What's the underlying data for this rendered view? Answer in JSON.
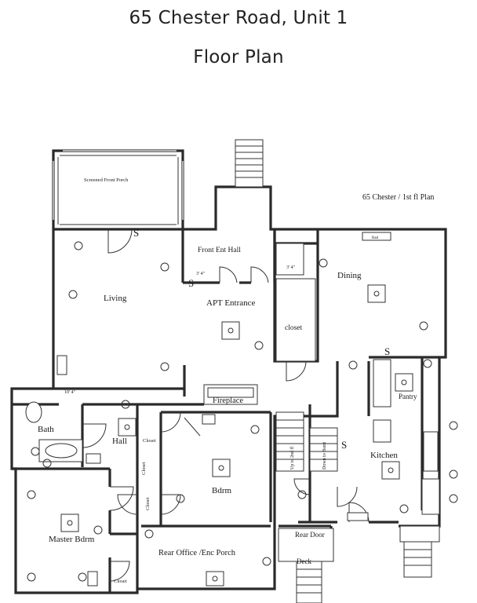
{
  "header": {
    "title": "65 Chester Road, Unit 1",
    "subtitle": "Floor Plan"
  },
  "plan": {
    "caption": "65 Chester  / 1st  fl Plan",
    "rooms": {
      "porch": "Screened  Front Porch",
      "front_hall": "Front Ent Hall",
      "living": "Living",
      "apt_entrance": "APT Entrance",
      "closet_main": "closet",
      "dining": "Dining",
      "pantry": "Pantry",
      "kitchen": "Kitchen",
      "fireplace": "Fireplace",
      "bath": "Bath",
      "hall": "Hall",
      "bdrm": "Bdrm",
      "master": "Master Bdrm",
      "rear_office": "Rear Office /Enc Porch",
      "rear_door": "Rear Door",
      "deck": "Deck",
      "closet_a": "Closet",
      "closet_b": "Closet",
      "closet_c": "Closet",
      "closet_d": "Closet",
      "stairs_up": "Up to 2nd fl",
      "stairs_down": "Down to Bsmt"
    },
    "marks": {
      "rad": "Rad",
      "dim1": "3' 4\"",
      "dim2": "10' 4\"",
      "dim3": "3' 4\"",
      "switch": "S"
    }
  }
}
